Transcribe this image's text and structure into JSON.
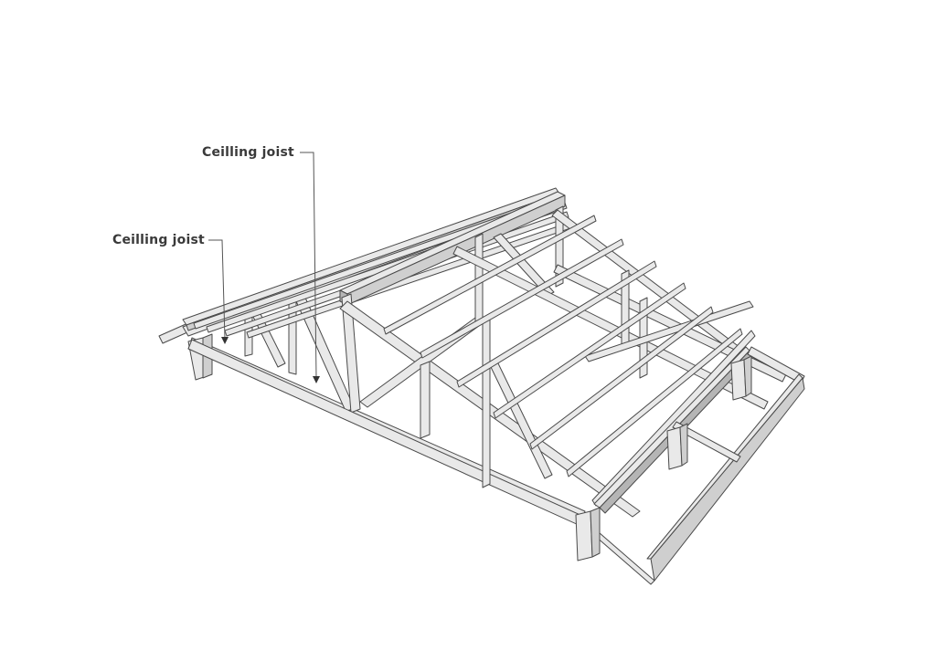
{
  "diagram": {
    "subject": "Roof truss framing (3D isometric illustration)",
    "labels": [
      {
        "id": "label-1",
        "text": "Ceilling joist"
      },
      {
        "id": "label-2",
        "text": "Ceilling joist"
      }
    ],
    "colors": {
      "background": "#ffffff",
      "member_fill": "#e9e9e9",
      "member_shadow": "#b5b5b5",
      "outline": "#4a4a4a",
      "label_text": "#3a3a3a",
      "leader_line": "#555555"
    }
  }
}
